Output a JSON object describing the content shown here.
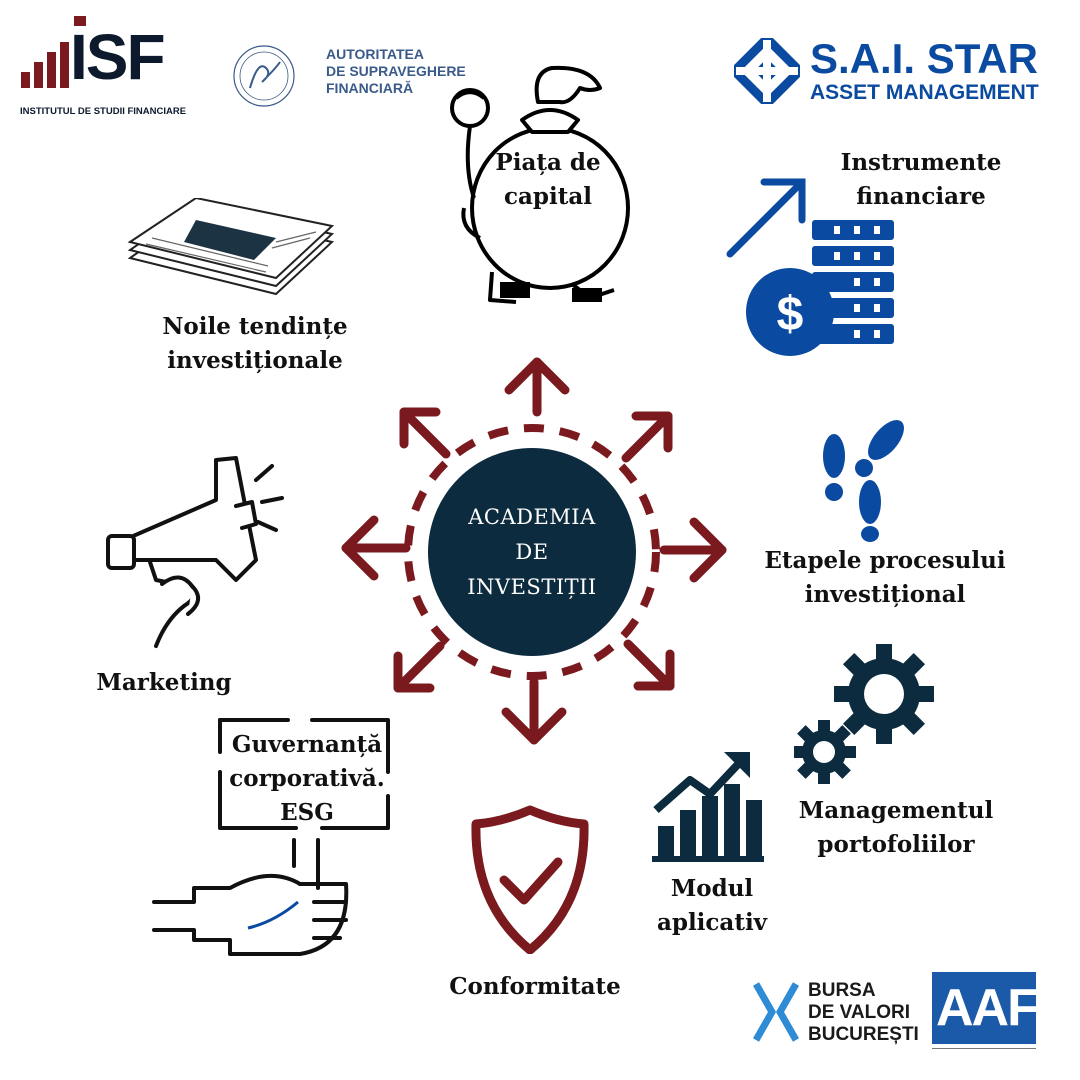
{
  "colors": {
    "accent": "#7a1a1f",
    "navy": "#0d2b3e",
    "blue": "#0a4aa0"
  },
  "center": {
    "line1": "ACADEMIA",
    "line2": "DE",
    "line3": "INVESTIȚII"
  },
  "topics": {
    "piata": {
      "line1": "Piața de",
      "line2": "capital"
    },
    "instrumente": {
      "line1": "Instrumente",
      "line2": "financiare"
    },
    "tendinte": {
      "line1": "Noile tendințe",
      "line2": "investiționale"
    },
    "etapele": {
      "line1": "Etapele procesului",
      "line2": "investițional"
    },
    "marketing": {
      "line1": "Marketing"
    },
    "management": {
      "line1": "Managementul",
      "line2": "portofoliilor"
    },
    "guvernanta": {
      "line1": "Guvernanță",
      "line2": "corporativă.",
      "line3": "ESG"
    },
    "modul": {
      "line1": "Modul",
      "line2": "aplicativ"
    },
    "conformitate": {
      "line1": "Conformitate"
    }
  },
  "logos": {
    "isf": {
      "mark": "ISF",
      "subtitle": "INSTITUTUL DE STUDII FINANCIARE"
    },
    "asf": {
      "line1": "AUTORITATEA",
      "line2": "DE SUPRAVEGHERE",
      "line3": "FINANCIARĂ"
    },
    "sai": {
      "line1": "S.A.I. STAR",
      "line2": "ASSET MANAGEMENT"
    },
    "bvb": {
      "line1": "BURSA",
      "line2": "DE VALORI",
      "line3": "BUCUREȘTI"
    },
    "aaf": {
      "mark": "AAF"
    }
  },
  "icons": {
    "money_bag": "money-bag-man-icon",
    "newspaper": "newspaper-icon",
    "coins": "dollar-coins-icon",
    "footprints": "footprints-icon",
    "megaphone": "megaphone-icon",
    "gears": "gears-icon",
    "sign": "sign-hand-icon",
    "chart": "growth-chart-icon",
    "shield": "shield-check-icon"
  }
}
